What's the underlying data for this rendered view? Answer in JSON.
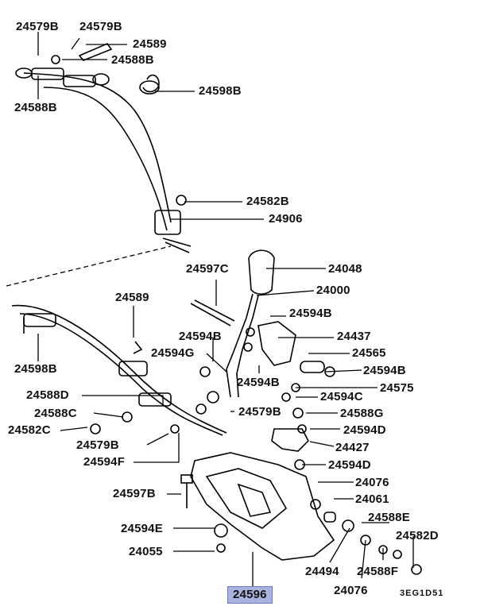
{
  "labels": {
    "l24579b_1": "24579B",
    "l24579b_2": "24579B",
    "l24589_top": "24589",
    "l24588b_top": "24588B",
    "l24588b_left": "24588B",
    "l24598b_top": "24598B",
    "l24582b": "24582B",
    "l24906": "24906",
    "l24048": "24048",
    "l24597c": "24597C",
    "l24000": "24000",
    "l24589_mid": "24589",
    "l24594b_1": "24594B",
    "l24594b_2": "24594B",
    "l24437": "24437",
    "l24594g": "24594G",
    "l24565": "24565",
    "l24594b_3": "24594B",
    "l24594b_4": "24594B",
    "l24598b_left": "24598B",
    "l24575": "24575",
    "l24588d": "24588D",
    "l24594c": "24594C",
    "l24579b_3": "24579B",
    "l24588c": "24588C",
    "l24588g": "24588G",
    "l24582c": "24582C",
    "l24594d_1": "24594D",
    "l24579b_4": "24579B",
    "l24427": "24427",
    "l24594f": "24594F",
    "l24594d_2": "24594D",
    "l24076_1": "24076",
    "l24597b": "24597B",
    "l24061": "24061",
    "l24588e": "24588E",
    "l24594e": "24594E",
    "l24582d": "24582D",
    "l24055": "24055",
    "l24494": "24494",
    "l24588f": "24588F",
    "l24076_2": "24076",
    "l24596": "24596"
  },
  "diagram_code": "3EG1D51",
  "highlight_color": "#a9b3e0"
}
